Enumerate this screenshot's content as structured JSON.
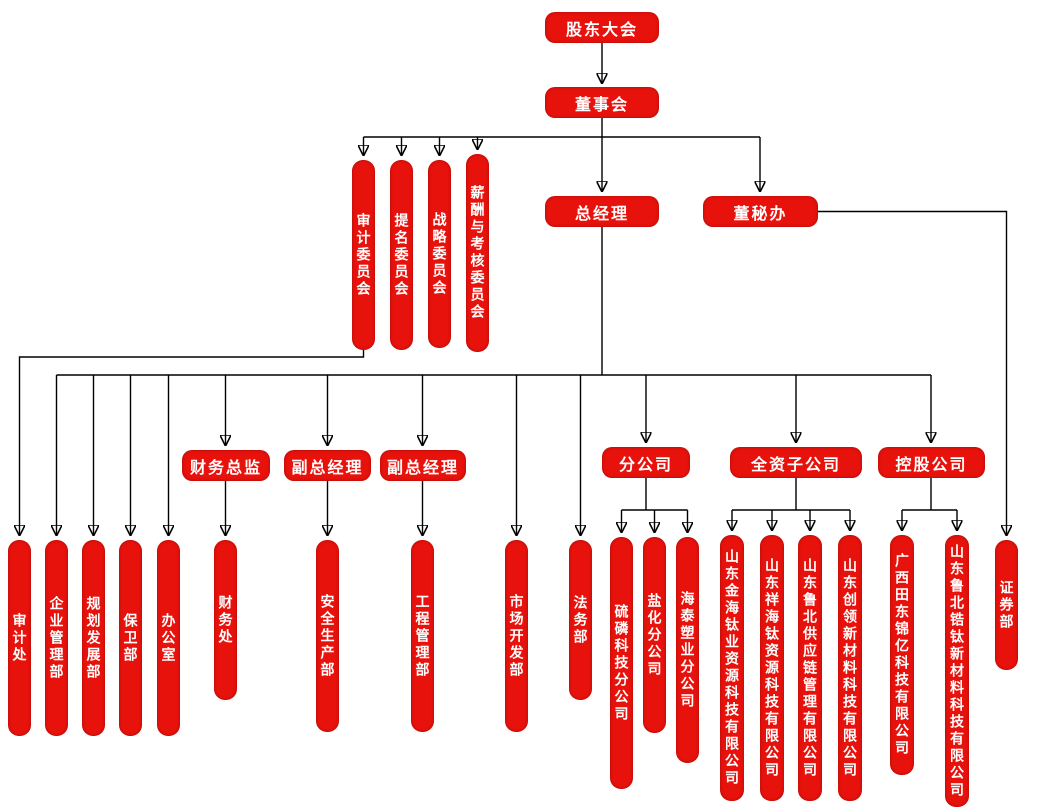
{
  "colors": {
    "box": "#e8120c",
    "text": "#ffffff",
    "line": "#000000",
    "background": "#ffffff"
  },
  "nodes": {
    "shareholders": {
      "label": "股东大会"
    },
    "board": {
      "label": "董事会"
    },
    "audit_committee": {
      "label": "审计委员会"
    },
    "nomination_committee": {
      "label": "提名委员会"
    },
    "strategy_committee": {
      "label": "战略委员会"
    },
    "compensation_committee": {
      "label": "薪酬与考核委员会"
    },
    "general_manager": {
      "label": "总经理"
    },
    "board_secretary_office": {
      "label": "董秘办"
    },
    "cfo": {
      "label": "财务总监"
    },
    "deputy_gm_1": {
      "label": "副总经理"
    },
    "deputy_gm_2": {
      "label": "副总经理"
    },
    "branch_companies": {
      "label": "分公司"
    },
    "wholly_owned_subsidiaries": {
      "label": "全资子公司"
    },
    "holding_companies": {
      "label": "控股公司"
    },
    "audit_office": {
      "label": "审计处"
    },
    "enterprise_mgmt": {
      "label": "企业管理部"
    },
    "planning_dev": {
      "label": "规划发展部"
    },
    "security_dept": {
      "label": "保卫部"
    },
    "office": {
      "label": "办公室"
    },
    "finance_office": {
      "label": "财务处"
    },
    "safety_production": {
      "label": "安全生产部"
    },
    "engineering_mgmt": {
      "label": "工程管理部"
    },
    "market_dev": {
      "label": "市场开发部"
    },
    "legal_dept": {
      "label": "法务部"
    },
    "sulfur_phosphorus_branch": {
      "label": "硫磷科技分公司"
    },
    "salt_chem_branch": {
      "label": "盐化分公司"
    },
    "haitai_plastics_branch": {
      "label": "海泰塑业分公司"
    },
    "jinhai_titanium": {
      "label": "山东金海钛业资源科技有限公司"
    },
    "xianghai_titanium": {
      "label": "山东祥海钛资源科技有限公司"
    },
    "lubei_supply_chain": {
      "label": "山东鲁北供应链管理有限公司"
    },
    "chuangling_materials": {
      "label": "山东创领新材料科技有限公司"
    },
    "guangxi_jinyi": {
      "label": "广西田东锦亿科技有限公司"
    },
    "lubei_zirconium": {
      "label": "山东鲁北锆钛新材料科技有限公司"
    },
    "securities_dept": {
      "label": "证券部"
    }
  },
  "edges": [
    [
      "股东大会",
      "董事会"
    ],
    [
      "董事会",
      "审计委员会"
    ],
    [
      "董事会",
      "提名委员会"
    ],
    [
      "董事会",
      "战略委员会"
    ],
    [
      "董事会",
      "薪酬与考核委员会"
    ],
    [
      "董事会",
      "总经理"
    ],
    [
      "董事会",
      "董秘办"
    ],
    [
      "审计委员会",
      "审计处"
    ],
    [
      "总经理",
      "企业管理部"
    ],
    [
      "总经理",
      "规划发展部"
    ],
    [
      "总经理",
      "保卫部"
    ],
    [
      "总经理",
      "办公室"
    ],
    [
      "总经理",
      "财务总监"
    ],
    [
      "总经理",
      "副总经理"
    ],
    [
      "总经理",
      "副总经理"
    ],
    [
      "总经理",
      "市场开发部"
    ],
    [
      "总经理",
      "法务部"
    ],
    [
      "总经理",
      "分公司"
    ],
    [
      "总经理",
      "全资子公司"
    ],
    [
      "总经理",
      "控股公司"
    ],
    [
      "财务总监",
      "财务处"
    ],
    [
      "副总经理",
      "安全生产部"
    ],
    [
      "副总经理",
      "工程管理部"
    ],
    [
      "分公司",
      "硫磷科技分公司"
    ],
    [
      "分公司",
      "盐化分公司"
    ],
    [
      "分公司",
      "海泰塑业分公司"
    ],
    [
      "全资子公司",
      "山东金海钛业资源科技有限公司"
    ],
    [
      "全资子公司",
      "山东祥海钛资源科技有限公司"
    ],
    [
      "全资子公司",
      "山东鲁北供应链管理有限公司"
    ],
    [
      "全资子公司",
      "山东创领新材料科技有限公司"
    ],
    [
      "控股公司",
      "广西田东锦亿科技有限公司"
    ],
    [
      "控股公司",
      "山东鲁北锆钛新材料科技有限公司"
    ],
    [
      "董秘办",
      "证券部"
    ]
  ]
}
